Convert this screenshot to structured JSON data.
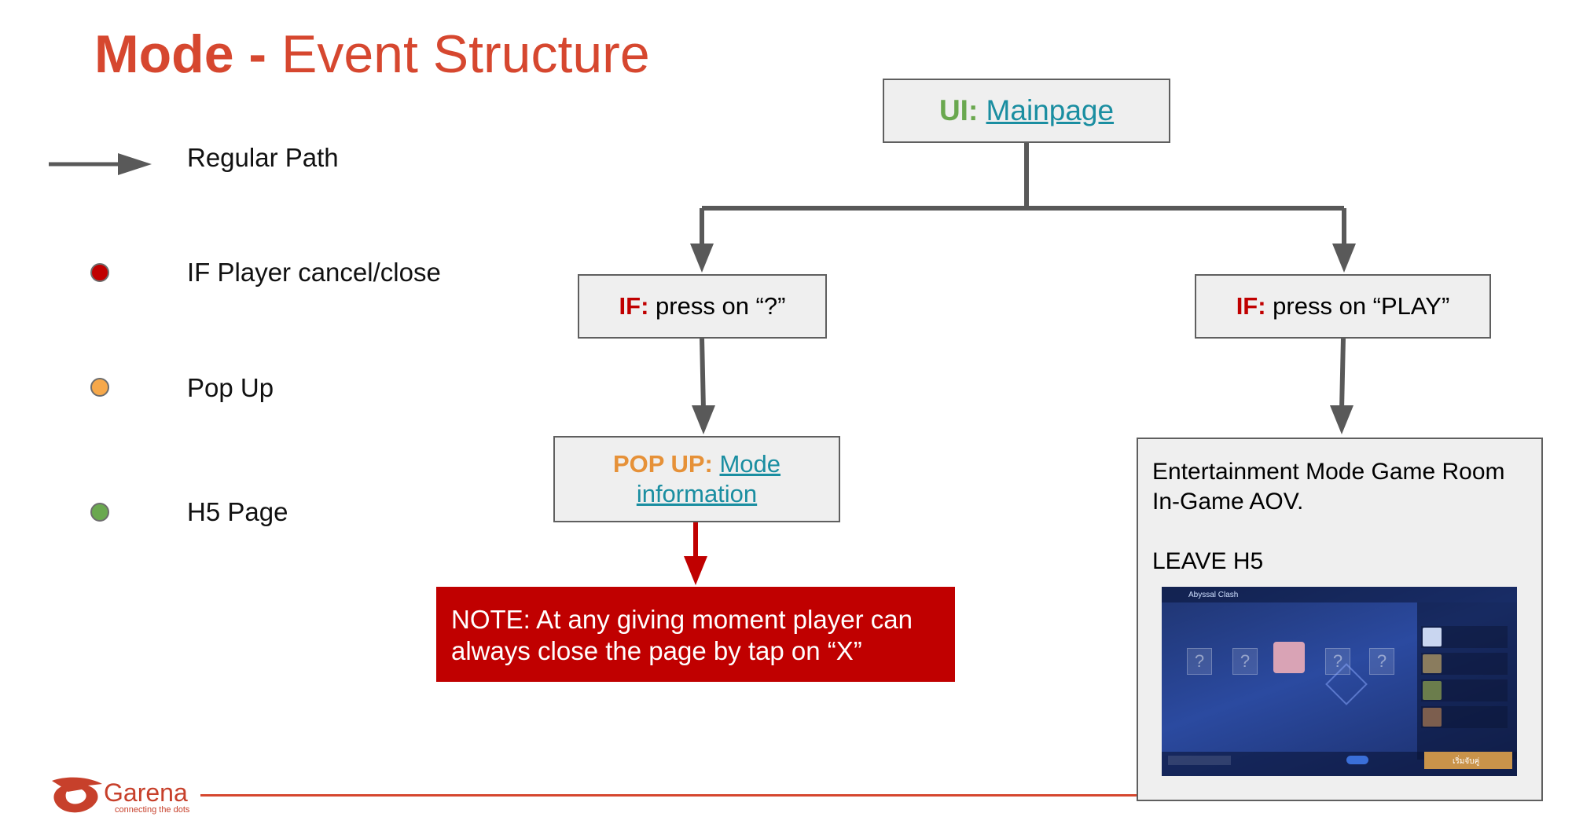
{
  "title": {
    "bold": "Mode - ",
    "rest": "Event Structure"
  },
  "legend": [
    {
      "label": "Regular Path",
      "icon": "arrow-icon"
    },
    {
      "label": "IF Player cancel/close",
      "icon": "red-dot-icon",
      "color": "#c00000"
    },
    {
      "label": "Pop Up",
      "icon": "orange-dot-icon",
      "color": "#f6a84a"
    },
    {
      "label": "H5 Page",
      "icon": "green-dot-icon",
      "color": "#6aa84f"
    }
  ],
  "nodes": {
    "mainpage": {
      "prefix": "UI:",
      "link": "Mainpage",
      "prefix_color": "#6aa84f"
    },
    "if_question": {
      "prefix": "IF:",
      "text": " press on “?”",
      "prefix_color": "#c00000"
    },
    "if_play": {
      "prefix": "IF:",
      "text": " press on “PLAY”",
      "prefix_color": "#c00000"
    },
    "popup": {
      "prefix": "POP UP:",
      "link_1": "Mode",
      "link_2": "information",
      "prefix_color": "#e69138"
    },
    "note": {
      "line1": "NOTE: At any giving moment player can",
      "line2": "always close the page by tap on “X”"
    },
    "game_room": {
      "line1": "Entertainment Mode Game Room",
      "line2": "In-Game AOV.",
      "line3": "LEAVE H5"
    }
  },
  "screenshot": {
    "room_name": "Abyssal Clash",
    "button_label": "เริ่มจับคู่"
  },
  "footer": {
    "brand": "Garena",
    "tagline": "connecting the dots"
  },
  "colors": {
    "accent": "#d6472f",
    "connector": "#595959",
    "cancel": "#c00000"
  }
}
